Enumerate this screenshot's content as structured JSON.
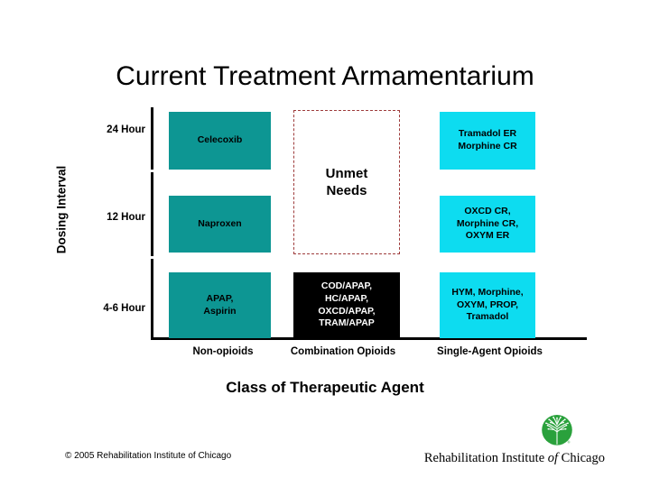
{
  "slide": {
    "title": "Current Treatment Armamentarium"
  },
  "axes": {
    "y_title": "Dosing Interval",
    "x_title": "Class of Therapeutic Agent",
    "y_ticks": [
      "24 Hour",
      "12 Hour",
      "4-6 Hour"
    ],
    "x_ticks": [
      "Non-opioids",
      "Combination Opioids",
      "Single-Agent Opioids"
    ]
  },
  "cells": {
    "celecoxib": "Celecoxib",
    "naproxen": "Naproxen",
    "apap_aspirin": "APAP,\nAspirin",
    "unmet": "Unmet\nNeeds",
    "combination": "COD/APAP,\nHC/APAP,\nOXCD/APAP,\nTRAM/APAP",
    "tramadol_er": "Tramadol ER\nMorphine CR",
    "oxcd_cr": "OXCD CR,\nMorphine CR,\nOXYM ER",
    "hym": "HYM, Morphine,\nOXYM, PROP,\nTramadol"
  },
  "footer": {
    "copyright": "© 2005 Rehabilitation Institute of Chicago",
    "logo_text_1": "Rehabilitation Institute ",
    "logo_text_2": "of",
    "logo_text_3": " Chicago"
  },
  "colors": {
    "teal": "#0d9693",
    "cyan": "#0ddcf0",
    "black": "#000000",
    "unmet_border": "#9e3b3b",
    "logo_green": "#2aa13c"
  },
  "chart_data": {
    "type": "table",
    "title": "Current Treatment Armamentarium",
    "xlabel": "Class of Therapeutic Agent",
    "ylabel": "Dosing Interval",
    "columns": [
      "Non-opioids",
      "Combination Opioids",
      "Single-Agent Opioids"
    ],
    "rows": [
      "24 Hour",
      "12 Hour",
      "4-6 Hour"
    ],
    "legend": [],
    "grid": false,
    "matrix": [
      [
        {
          "text": "Celecoxib",
          "fill": "#0d9693",
          "text_color": "#000000"
        },
        {
          "text": "Unmet Needs",
          "fill": "#ffffff",
          "text_color": "#000000",
          "border": "dashed #9e3b3b",
          "rowspan": 2
        },
        {
          "text": "Tramadol ER Morphine CR",
          "fill": "#0ddcf0",
          "text_color": "#000000"
        }
      ],
      [
        {
          "text": "Naproxen",
          "fill": "#0d9693",
          "text_color": "#000000"
        },
        {
          "text": "",
          "fill": "#ffffff",
          "text_color": "#000000"
        },
        {
          "text": "OXCD CR, Morphine CR, OXYM ER",
          "fill": "#0ddcf0",
          "text_color": "#000000"
        }
      ],
      [
        {
          "text": "APAP, Aspirin",
          "fill": "#0d9693",
          "text_color": "#000000"
        },
        {
          "text": "COD/APAP, HC/APAP, OXCD/APAP, TRAM/APAP",
          "fill": "#000000",
          "text_color": "#ffffff"
        },
        {
          "text": "HYM, Morphine, OXYM, PROP, Tramadol",
          "fill": "#0ddcf0",
          "text_color": "#000000"
        }
      ]
    ]
  }
}
